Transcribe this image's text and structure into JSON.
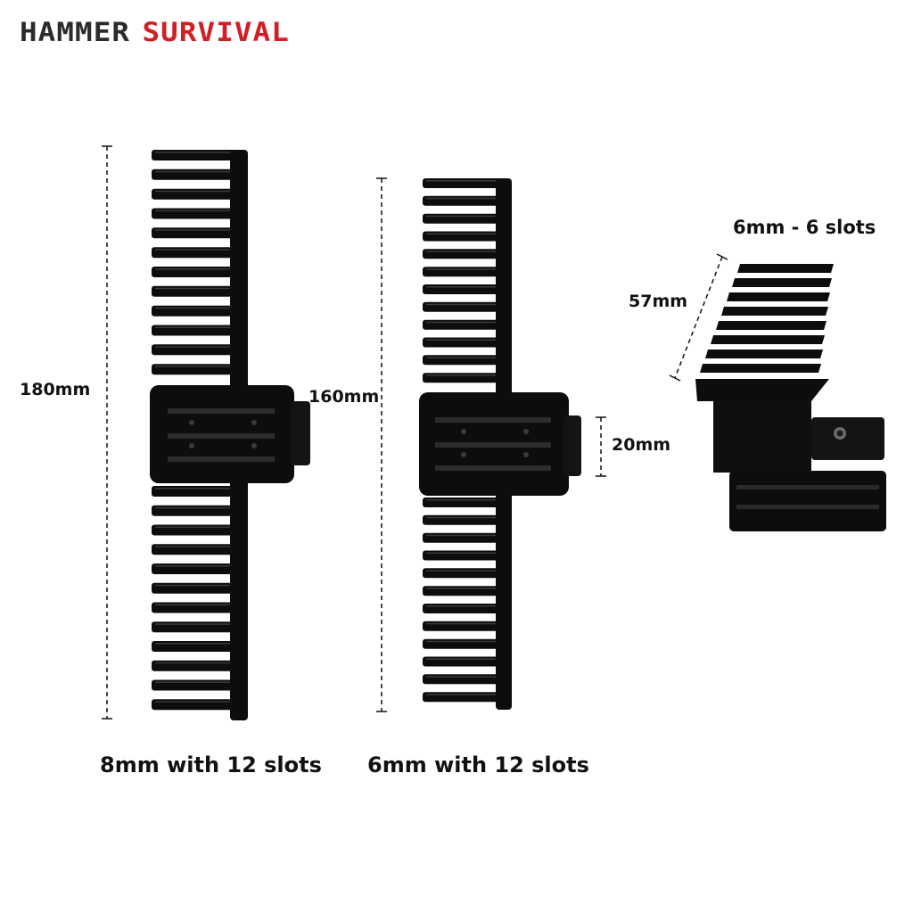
{
  "logo": {
    "word1": "HAMMER",
    "word2": "SURVIVAL"
  },
  "colors": {
    "brand_dark": "#2b2b2b",
    "brand_red": "#d21f26",
    "product": "#0d0d0d",
    "background": "#ffffff"
  },
  "products": [
    {
      "caption": "8mm with 12 slots",
      "height_label": "180mm"
    },
    {
      "caption": "6mm with 12 slots",
      "height_label": "160mm",
      "mount_label": "20mm"
    },
    {
      "caption": "6mm - 6 slots",
      "length_label": "57mm"
    }
  ]
}
